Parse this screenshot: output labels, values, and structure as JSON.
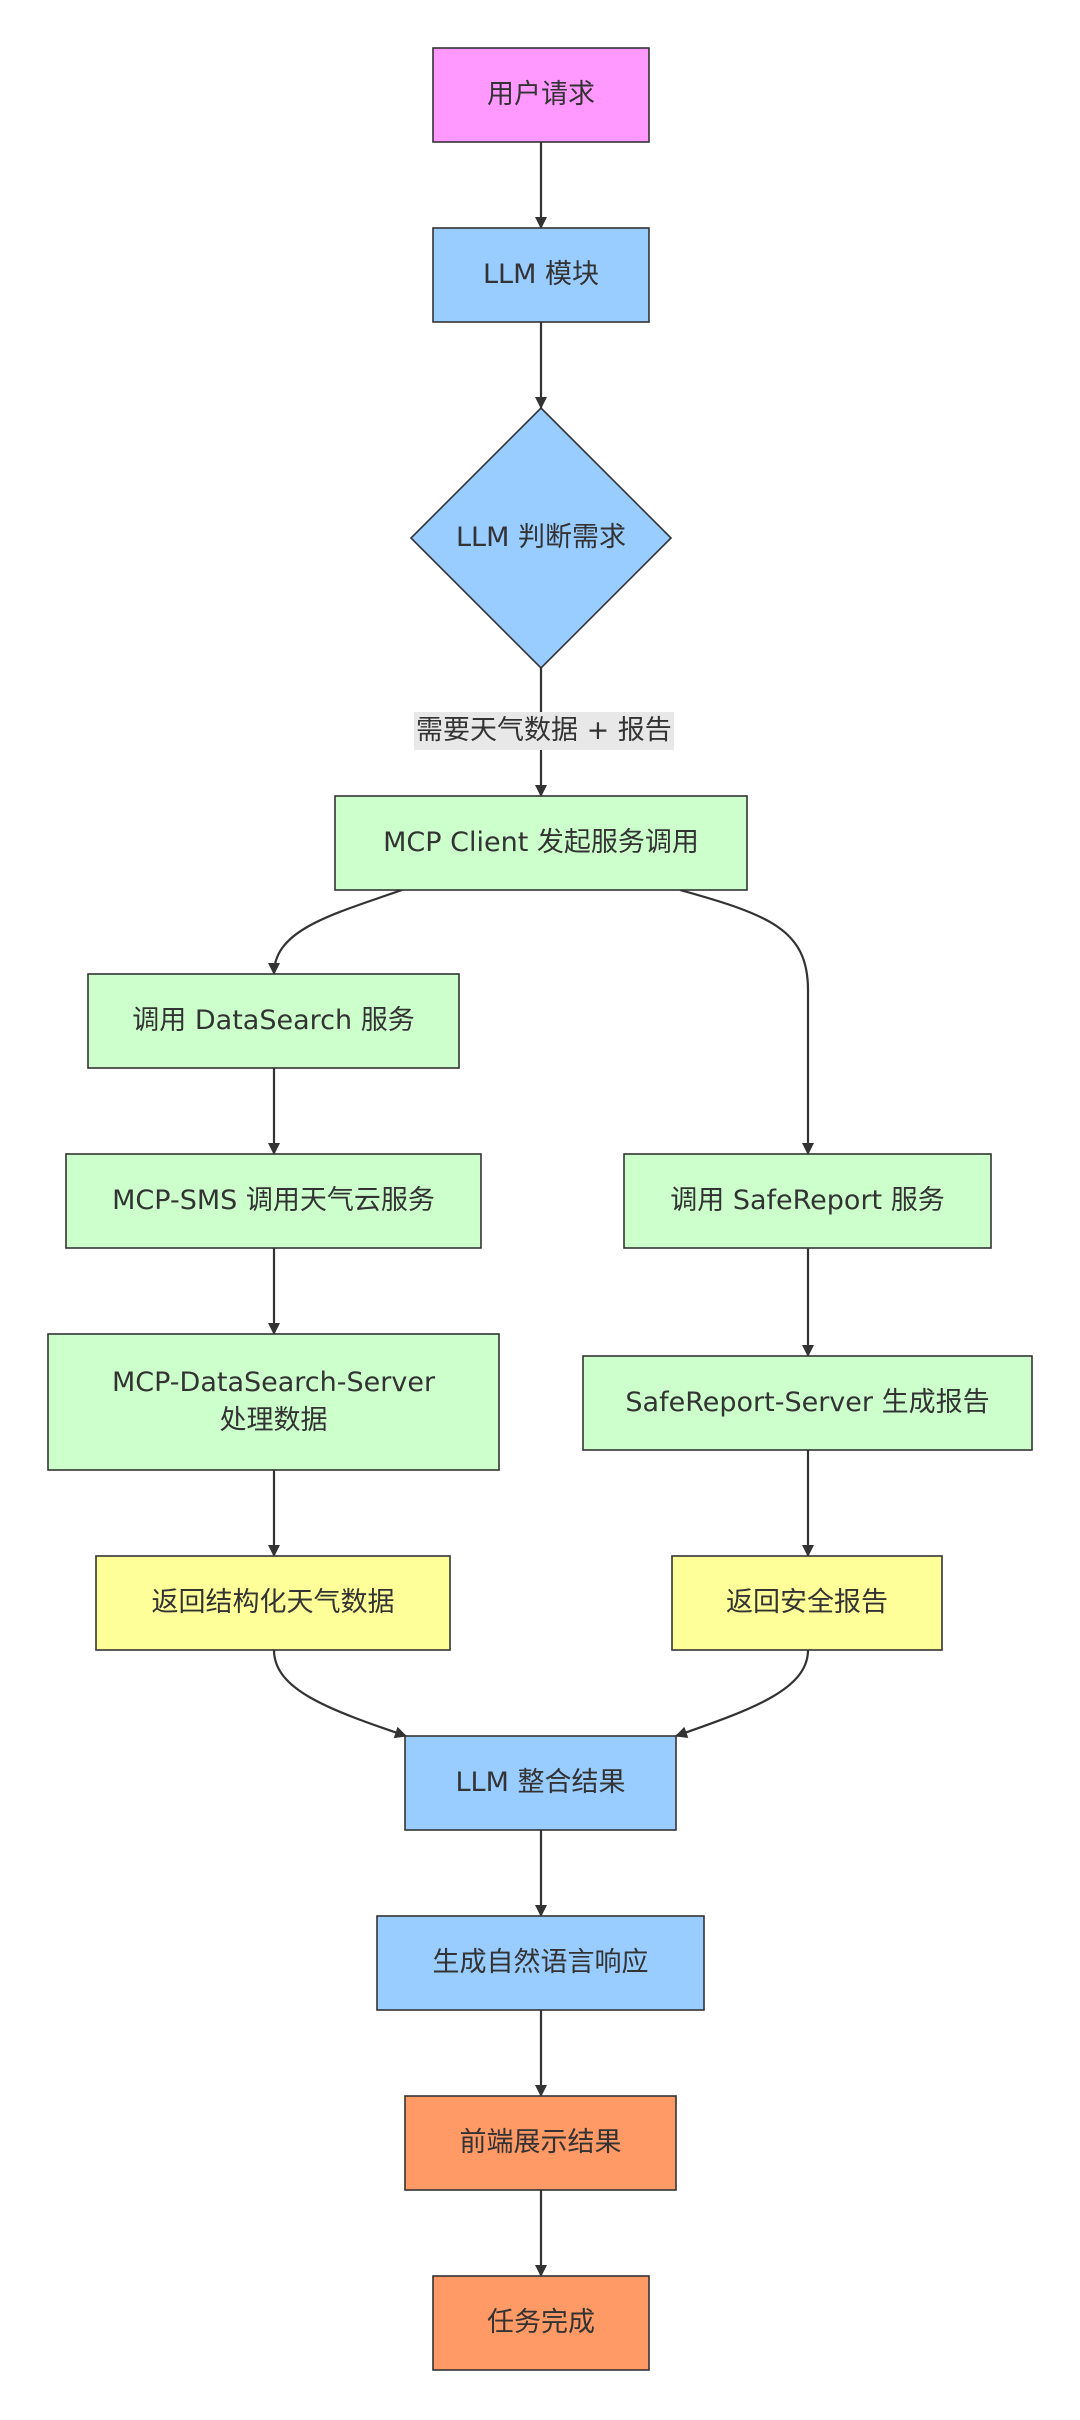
{
  "colors": {
    "pink": "#ff99ff",
    "blue": "#99ccff",
    "green": "#ccffcc",
    "yellow": "#ffff99",
    "orange": "#ff9966",
    "stroke": "#333333"
  },
  "nodes": {
    "user_request": {
      "label": "用户请求",
      "color": "pink"
    },
    "llm_module": {
      "label": "LLM 模块",
      "color": "blue"
    },
    "llm_decide": {
      "label": "LLM 判断需求",
      "color": "blue"
    },
    "mcp_client": {
      "label": "MCP Client 发起服务调用",
      "color": "green"
    },
    "call_datasearch": {
      "label": "调用 DataSearch 服务",
      "color": "green"
    },
    "mcp_sms": {
      "label": "MCP-SMS 调用天气云服务",
      "color": "green"
    },
    "datasearch_server": {
      "label": "MCP-DataSearch-Server 处理数据",
      "color": "green"
    },
    "return_weather": {
      "label": "返回结构化天气数据",
      "color": "yellow"
    },
    "call_safereport": {
      "label": "调用 SafeReport 服务",
      "color": "green"
    },
    "safereport_server": {
      "label": "SafeReport-Server 生成报告",
      "color": "green"
    },
    "return_report": {
      "label": "返回安全报告",
      "color": "yellow"
    },
    "llm_integrate": {
      "label": "LLM 整合结果",
      "color": "blue"
    },
    "generate_response": {
      "label": "生成自然语言响应",
      "color": "blue"
    },
    "frontend_display": {
      "label": "前端展示结果",
      "color": "orange"
    },
    "task_complete": {
      "label": "任务完成",
      "color": "orange"
    }
  },
  "edges": [
    {
      "from": "user_request",
      "to": "llm_module"
    },
    {
      "from": "llm_module",
      "to": "llm_decide"
    },
    {
      "from": "llm_decide",
      "to": "mcp_client",
      "label": "需要天气数据 + 报告"
    },
    {
      "from": "mcp_client",
      "to": "call_datasearch"
    },
    {
      "from": "mcp_client",
      "to": "call_safereport"
    },
    {
      "from": "call_datasearch",
      "to": "mcp_sms"
    },
    {
      "from": "mcp_sms",
      "to": "datasearch_server"
    },
    {
      "from": "datasearch_server",
      "to": "return_weather"
    },
    {
      "from": "call_safereport",
      "to": "safereport_server"
    },
    {
      "from": "safereport_server",
      "to": "return_report"
    },
    {
      "from": "return_weather",
      "to": "llm_integrate"
    },
    {
      "from": "return_report",
      "to": "llm_integrate"
    },
    {
      "from": "llm_integrate",
      "to": "generate_response"
    },
    {
      "from": "generate_response",
      "to": "frontend_display"
    },
    {
      "from": "frontend_display",
      "to": "task_complete"
    }
  ]
}
